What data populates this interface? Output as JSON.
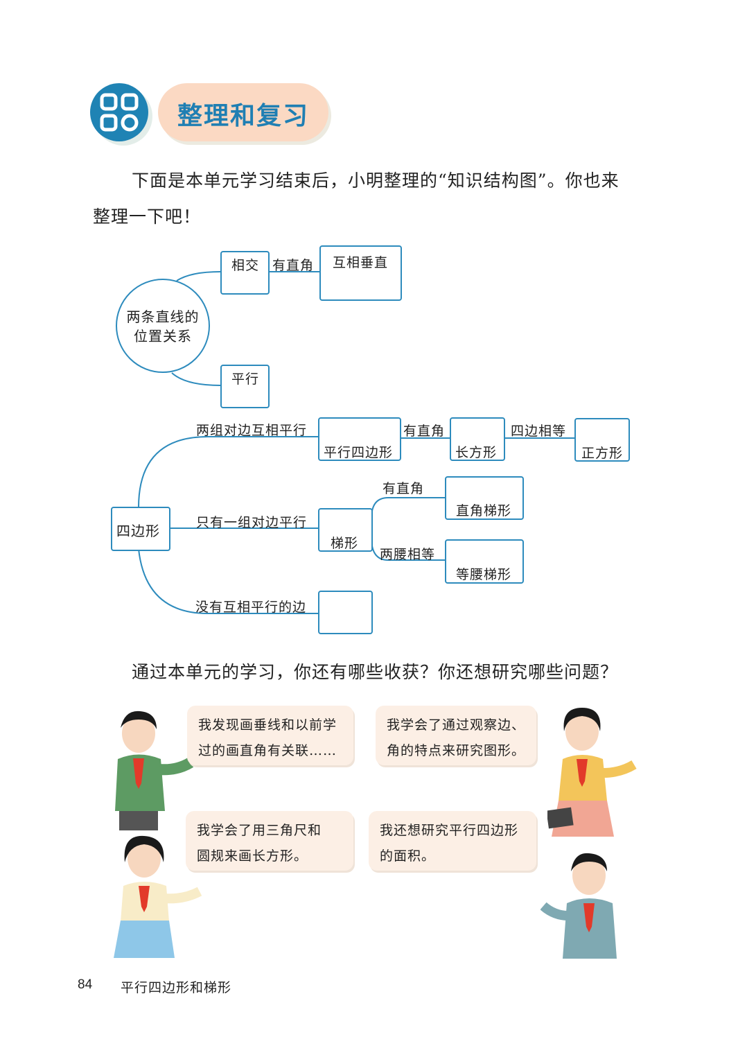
{
  "header": {
    "title": "整理和复习",
    "icon": "grid-squares-icon"
  },
  "intro": {
    "line1": "下面是本单元学习结束后，小明整理的“知识结构图”。你也来",
    "line2": "整理一下吧！"
  },
  "diagram": {
    "lines_root": "两条直线的",
    "lines_root2": "位置关系",
    "intersect": "相交",
    "right_angle": "有直角",
    "perpendicular": "互相垂直",
    "parallel": "平行",
    "quad_root": "四边形",
    "two_pairs": "两组对边互相平行",
    "parallelogram": "平行四边形",
    "right_angle2": "有直角",
    "rectangle": "长方形",
    "four_equal": "四边相等",
    "square": "正方形",
    "one_pair": "只有一组对边平行",
    "trapezoid": "梯形",
    "right_angle3": "有直角",
    "right_trapezoid": "直角梯形",
    "legs_equal": "两腰相等",
    "isosceles_trapezoid": "等腰梯形",
    "no_parallel": "没有互相平行的边"
  },
  "question": "通过本单元的学习，你还有哪些收获？你还想研究哪些问题？",
  "bubbles": [
    {
      "line1": "我发现画垂线和以前学",
      "line2": "过的画直角有关联……"
    },
    {
      "line1": "我学会了通过观察边、",
      "line2": "角的特点来研究图形。"
    },
    {
      "line1": "我学会了用三角尺和",
      "line2": "圆规来画长方形。"
    },
    {
      "line1": "我还想研究平行四边形",
      "line2": "的面积。"
    }
  ],
  "footer": {
    "page": "84",
    "chapter": "平行四边形和梯形"
  },
  "colors": {
    "accent": "#1f83b4",
    "pill": "#fbd9c3",
    "bubble": "#fcefe5"
  }
}
